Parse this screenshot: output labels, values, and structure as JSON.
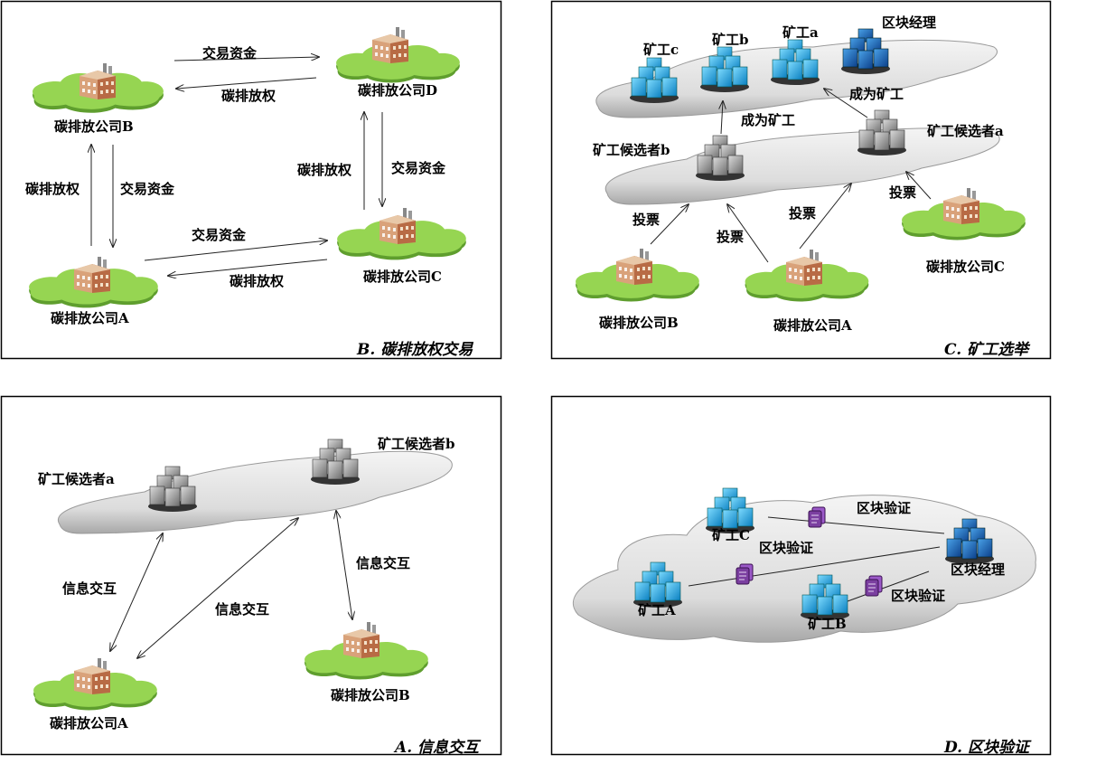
{
  "panel_b": {
    "caption": "B.  碳排放权交易",
    "company_a": "碳排放公司A",
    "company_b": "碳排放公司B",
    "company_c": "碳排放公司C",
    "company_d": "碳排放公司D",
    "funds": "交易资金",
    "rights": "碳排放权"
  },
  "panel_c": {
    "caption": "C.  矿工选举",
    "miner_a": "矿工a",
    "miner_b": "矿工b",
    "miner_c": "矿工c",
    "block_manager": "区块经理",
    "become_miner": "成为矿工",
    "candidate_a": "矿工候选者a",
    "candidate_b": "矿工候选者b",
    "vote": "投票",
    "company_a": "碳排放公司A",
    "company_b": "碳排放公司B",
    "company_c": "碳排放公司C"
  },
  "panel_a": {
    "caption": "A.  信息交互",
    "candidate_a": "矿工候选者a",
    "candidate_b": "矿工候选者b",
    "interaction": "信息交互",
    "company_a": "碳排放公司A",
    "company_b": "碳排放公司B"
  },
  "panel_d": {
    "caption": "D.  区块验证",
    "miner_a": "矿工A",
    "miner_b": "矿工B",
    "miner_c": "矿工C",
    "block_manager": "区块经理",
    "verify": "区块验证"
  },
  "colors": {
    "island": "#8fd14f",
    "server_blue": "#1aa3e0",
    "manager_blue": "#1566b8",
    "server_gray": "#9a9a9a",
    "doc": "#7b3fa0"
  }
}
